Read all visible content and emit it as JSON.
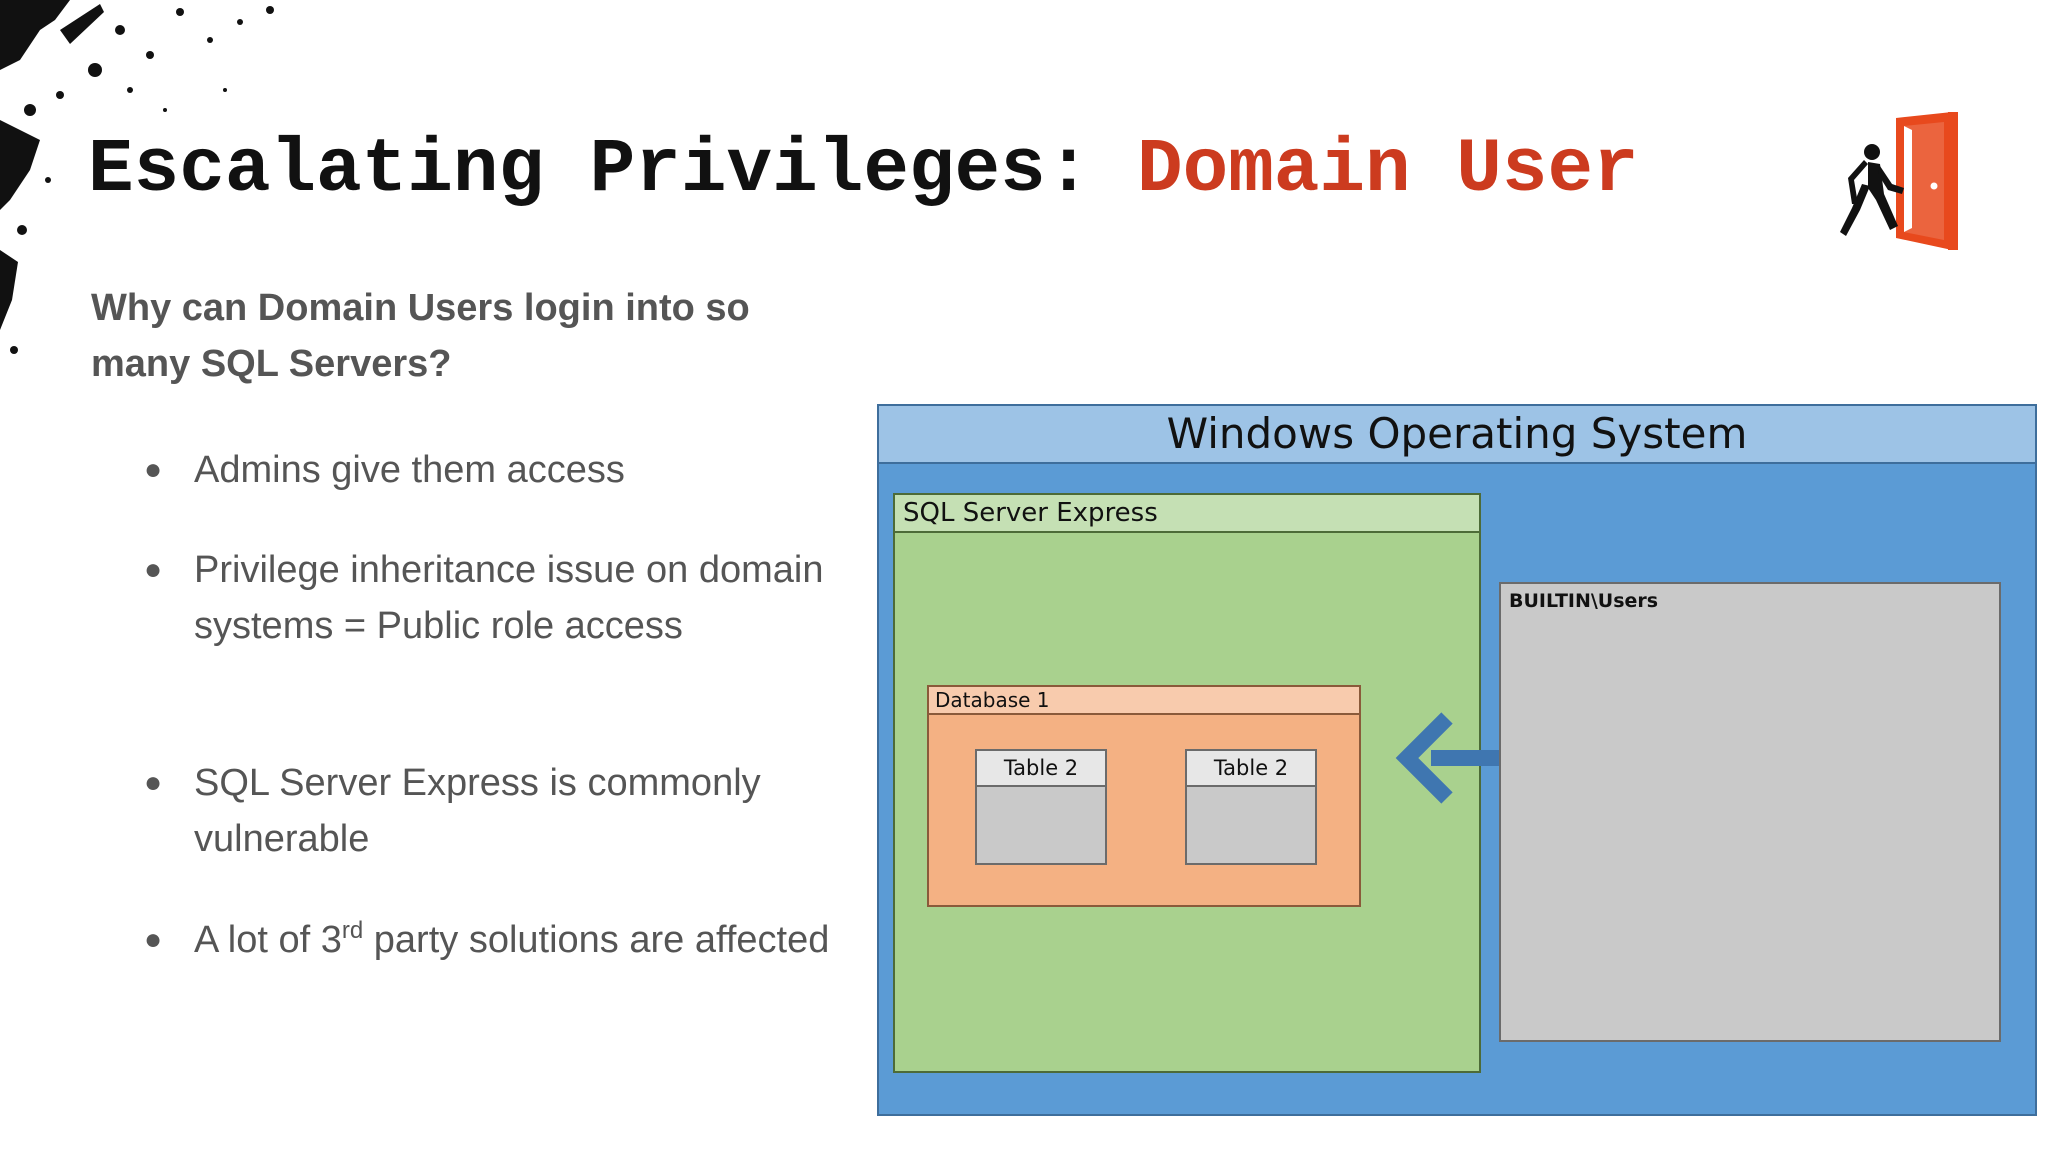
{
  "title": {
    "main": "Escalating Privileges: ",
    "accent": "Domain User"
  },
  "colors": {
    "accent": "#cc3b1f",
    "os_blue": "#5b9bd5",
    "os_header": "#9dc3e6",
    "sql_green": "#a9d18e",
    "db_orange": "#f4b183",
    "table_gray": "#c9c9c9",
    "icon_orange": "#e8491d"
  },
  "icons": {
    "exit": "person-exiting-door-icon",
    "arrow": "arrow-left-icon",
    "bullet": "bullet-dot-icon"
  },
  "question": "Why can Domain Users login into so many SQL Servers?",
  "bullets": [
    {
      "text": "Admins give them access"
    },
    {
      "text": "Privilege inheritance issue on domain systems = Public role access"
    },
    {
      "text": "SQL Server Express is commonly vulnerable"
    },
    {
      "pre": "A lot of 3",
      "sup": "rd",
      "post": " party solutions are affected"
    }
  ],
  "bullet_glyph": "●",
  "diagram": {
    "os_label": "Windows Operating System",
    "sql_label": "SQL Server Express",
    "db_label": "Database 1",
    "tables": [
      "Table 2",
      "Table 2"
    ],
    "users_label": "BUILTIN\\Users"
  }
}
